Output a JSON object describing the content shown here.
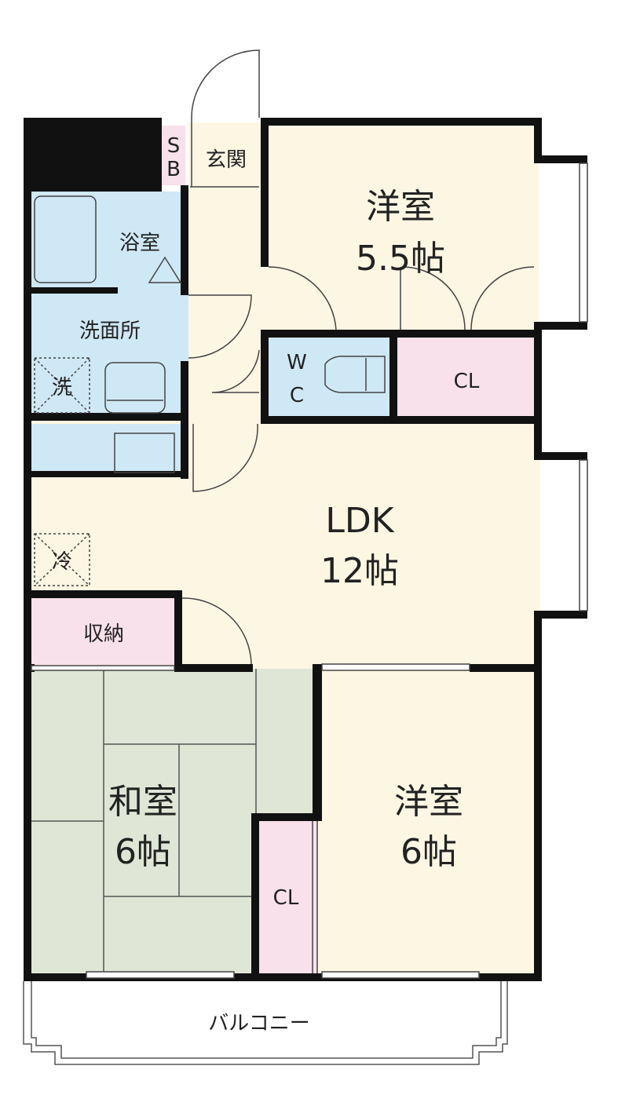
{
  "colors": {
    "wall": "#111111",
    "floor_wood": "#fdf6e3",
    "floor_tatami": "#dfe6d6",
    "wet_area": "#cfe8f5",
    "storage": "#f8e1ea",
    "sb": "#f8e1ea"
  },
  "rooms": {
    "western1": {
      "name": "洋室",
      "size": "5.5帖"
    },
    "western2": {
      "name": "洋室",
      "size": "6帖"
    },
    "japanese": {
      "name": "和室",
      "size": "6帖"
    },
    "ldk": {
      "name": "LDK",
      "size": "12帖"
    },
    "bath": {
      "name": "浴室"
    },
    "washroom": {
      "name": "洗面所"
    },
    "entrance": {
      "name": "玄関"
    },
    "toilet": {
      "line1": "W",
      "line2": "C"
    },
    "closet_top": {
      "name": "CL"
    },
    "closet_bottom": {
      "name": "CL"
    },
    "storage": {
      "name": "収納"
    },
    "balcony": {
      "name": "バルコニー"
    }
  },
  "symbols": {
    "sb_top": "S",
    "sb_bottom": "B",
    "washer": "洗",
    "fridge": "冷"
  }
}
